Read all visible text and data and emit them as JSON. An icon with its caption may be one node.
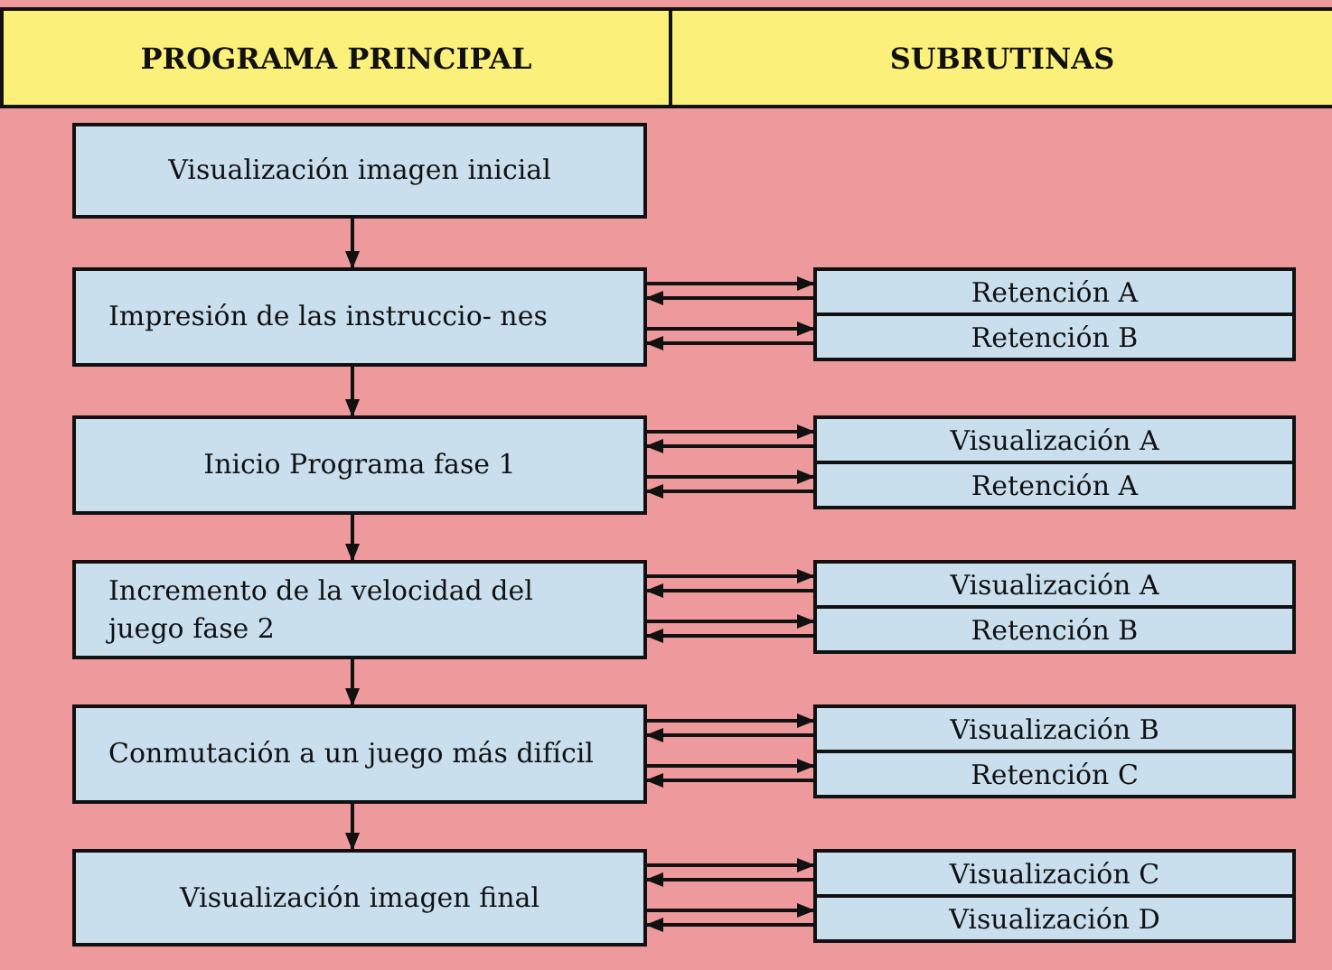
{
  "diagram": {
    "nodes": [
      {
        "text": [
          "PROGRAMA PRINCIPAL"
        ]
      },
      {
        "text": [
          "SUBRUTINAS"
        ]
      },
      {
        "text": [
          "Visualización imagen inicial"
        ]
      },
      {
        "text": [
          "Impresión de las instruccio- nes"
        ]
      },
      {
        "text": [
          "Retención A"
        ]
      },
      {
        "text": [
          "Retención B"
        ]
      },
      {
        "text": [
          "Inicio Programa fase 1"
        ]
      },
      {
        "text": [
          "Visualización A"
        ]
      },
      {
        "text": [
          "Retención A"
        ]
      },
      {
        "text": [
          "Incremento de la velocidad del juego fase 2"
        ]
      },
      {
        "text": [
          "Visualización A"
        ]
      },
      {
        "text": [
          "Retención B"
        ]
      },
      {
        "text": [
          "Conmutación a un juego más difícil"
        ]
      },
      {
        "text": [
          "Visualización B"
        ]
      },
      {
        "text": [
          "Retención C"
        ]
      },
      {
        "text": [
          "Visualización imagen final"
        ]
      },
      {
        "text": [
          "Visualización C"
        ]
      },
      {
        "text": [
          "Visualización D"
        ]
      }
    ],
    "edges": [
      {
        "from": 2,
        "to": 3,
        "arrow": "to"
      },
      {
        "from": 3,
        "to": 6,
        "arrow": "to"
      },
      {
        "from": 6,
        "to": 9,
        "arrow": "to"
      },
      {
        "from": 9,
        "to": 12,
        "arrow": "to"
      },
      {
        "from": 12,
        "to": 15,
        "arrow": "to"
      },
      {
        "from": 3,
        "to": 4,
        "arrow": "to"
      },
      {
        "from": 4,
        "to": 3,
        "arrow": "to"
      },
      {
        "from": 3,
        "to": 5,
        "arrow": "to"
      },
      {
        "from": 5,
        "to": 3,
        "arrow": "to"
      },
      {
        "from": 6,
        "to": 7,
        "arrow": "to"
      },
      {
        "from": 7,
        "to": 6,
        "arrow": "to"
      },
      {
        "from": 6,
        "to": 8,
        "arrow": "to"
      },
      {
        "from": 8,
        "to": 6,
        "arrow": "to"
      },
      {
        "from": 9,
        "to": 10,
        "arrow": "to"
      },
      {
        "from": 10,
        "to": 9,
        "arrow": "to"
      },
      {
        "from": 9,
        "to": 11,
        "arrow": "to"
      },
      {
        "from": 11,
        "to": 9,
        "arrow": "to"
      },
      {
        "from": 12,
        "to": 13,
        "arrow": "to"
      },
      {
        "from": 13,
        "to": 12,
        "arrow": "to"
      },
      {
        "from": 12,
        "to": 14,
        "arrow": "to"
      },
      {
        "from": 14,
        "to": 12,
        "arrow": "to"
      },
      {
        "from": 15,
        "to": 16,
        "arrow": "to"
      },
      {
        "from": 16,
        "to": 15,
        "arrow": "to"
      },
      {
        "from": 15,
        "to": 17,
        "arrow": "to"
      },
      {
        "from": 17,
        "to": 15,
        "arrow": "to"
      }
    ]
  }
}
